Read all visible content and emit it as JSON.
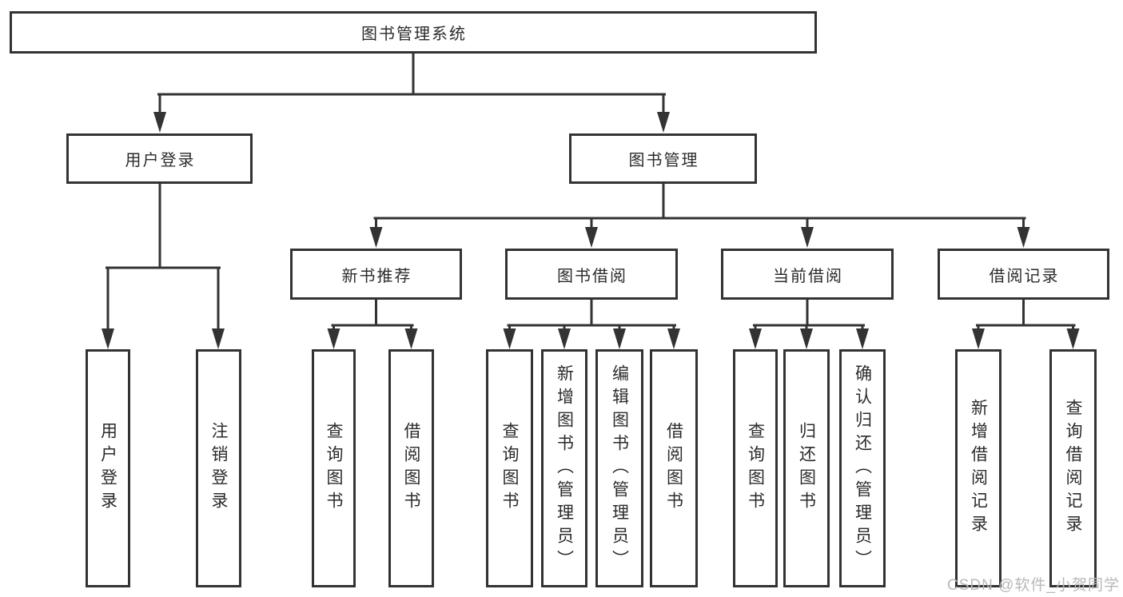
{
  "tree": {
    "root": {
      "label": "图书管理系统"
    },
    "branches": [
      {
        "label": "用户登录",
        "children": [
          {
            "label": "用户登录"
          },
          {
            "label": "注销登录"
          }
        ]
      },
      {
        "label": "图书管理",
        "children": [
          {
            "label": "新书推荐",
            "children": [
              {
                "label": "查询图书"
              },
              {
                "label": "借阅图书"
              }
            ]
          },
          {
            "label": "图书借阅",
            "children": [
              {
                "label": "查询图书"
              },
              {
                "label": "新增图书（管理员）"
              },
              {
                "label": "编辑图书（管理员）"
              },
              {
                "label": "借阅图书"
              }
            ]
          },
          {
            "label": "当前借阅",
            "children": [
              {
                "label": "查询图书"
              },
              {
                "label": "归还图书"
              },
              {
                "label": "确认归还（管理员）"
              }
            ]
          },
          {
            "label": "借阅记录",
            "children": [
              {
                "label": "新增借阅记录"
              },
              {
                "label": "查询借阅记录"
              }
            ]
          }
        ]
      }
    ]
  },
  "watermark": {
    "text": "CSDN @软件_小贺同学",
    "color": "#b8b8b8"
  },
  "colors": {
    "line": "#333333",
    "box_border": "#333333",
    "text": "#2b2b2b",
    "background": "#ffffff"
  }
}
